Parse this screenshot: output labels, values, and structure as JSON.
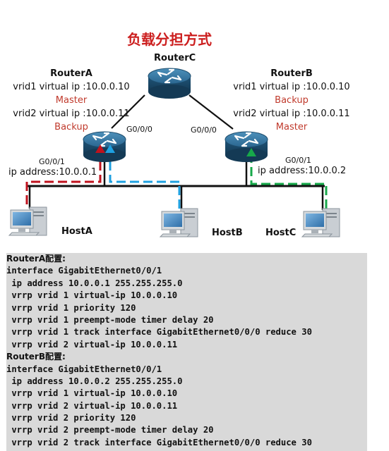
{
  "title": "负载分担方式",
  "routers": {
    "c": {
      "name": "RouterC"
    },
    "a": {
      "name": "RouterA",
      "vrid1_ip": "vrid1 virtual ip :10.0.0.10",
      "vrid1_role": "Master",
      "vrid2_ip": "vrid2 virtual ip :10.0.0.11",
      "vrid2_role": "Backup",
      "uplink_port": "G0/0/0",
      "downlink_port": "G0/0/1",
      "ip": "ip address:10.0.0.1"
    },
    "b": {
      "name": "RouterB",
      "vrid1_ip": "vrid1 virtual ip :10.0.0.10",
      "vrid1_role": "Backup",
      "vrid2_ip": "vrid2 virtual ip :10.0.0.11",
      "vrid2_role": "Master",
      "uplink_port": "G0/0/0",
      "downlink_port": "G0/0/1",
      "ip": "ip address:10.0.0.2"
    }
  },
  "hosts": [
    "HostA",
    "HostB",
    "HostC"
  ],
  "colors": {
    "title": "#cc1f1f",
    "role": "#c0392b",
    "path_red": "#c0121d",
    "path_blue": "#1ea0e0",
    "path_green": "#17a84a",
    "router_body": "#2f6d93",
    "config_bg": "#d9d9d9"
  },
  "config": {
    "a_header": "RouterA配置:",
    "a_lines": [
      "interface GigabitEthernet0/0/1",
      " ip address 10.0.0.1 255.255.255.0",
      " vrrp vrid 1 virtual-ip 10.0.0.10",
      " vrrp vrid 1 priority 120",
      " vrrp vrid 1 preempt-mode timer delay 20",
      " vrrp vrid 1 track interface GigabitEthernet0/0/0 reduce 30",
      " vrrp vrid 2 virtual-ip 10.0.0.11"
    ],
    "b_header": "RouterB配置:",
    "b_lines": [
      "interface GigabitEthernet0/0/1",
      " ip address 10.0.0.2 255.255.255.0",
      " vrrp vrid 1 virtual-ip 10.0.0.10",
      " vrrp vrid 2 virtual-ip 10.0.0.11",
      " vrrp vrid 2 priority 120",
      " vrrp vrid 2 preempt-mode timer delay 20",
      " vrrp vrid 2 track interface GigabitEthernet0/0/0 reduce 30"
    ]
  }
}
